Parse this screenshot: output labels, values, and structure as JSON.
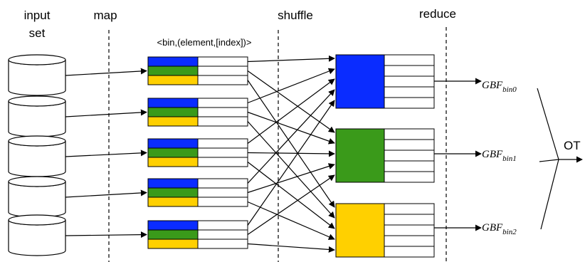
{
  "phases": {
    "input_line1": "input",
    "input_line2": "set",
    "map": "map",
    "shuffle": "shuffle",
    "reduce": "reduce"
  },
  "map_output_label": "<bin,(element,[index])>",
  "outputs": [
    {
      "base": "GBF",
      "sub": "bin0"
    },
    {
      "base": "GBF",
      "sub": "bin1"
    },
    {
      "base": "GBF",
      "sub": "bin2"
    }
  ],
  "final_label": "OT",
  "colors": {
    "bin0": "#0a2cff",
    "bin1": "#3a9a1a",
    "bin2": "#ffd000"
  }
}
